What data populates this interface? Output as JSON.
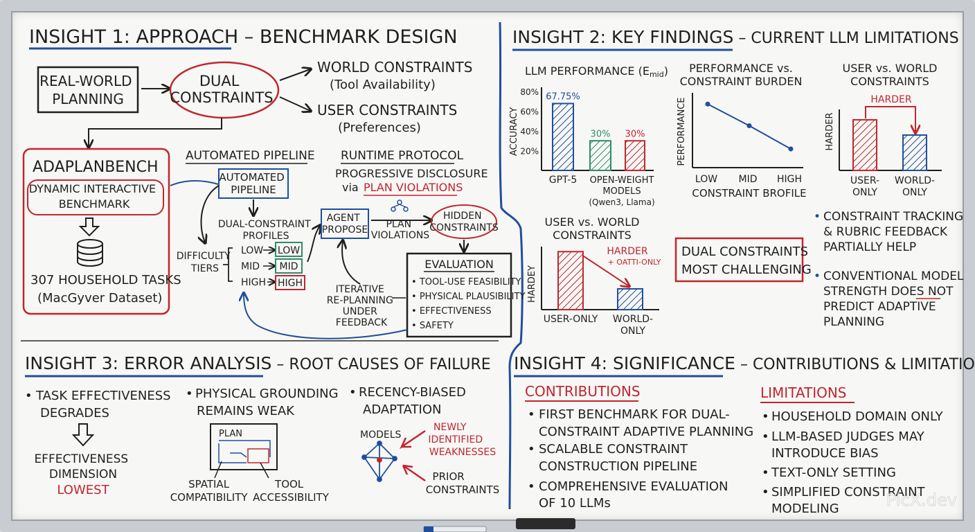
{
  "colors": {
    "ink": "#1f1f1f",
    "blue": "#1f4e9c",
    "red": "#c0262d",
    "green": "#2f8a6a",
    "board": "#f7f7f5"
  },
  "insight1": {
    "title_prefix": "INSIGHT 1:",
    "title_rest": " APPROACH – BENCHMARK DESIGN",
    "real_world": [
      "REAL-WORLD",
      "PLANNING"
    ],
    "dual_constraints": [
      "DUAL",
      "CONSTRAINTS"
    ],
    "world_constraints": "WORLD CONSTRAINTS",
    "world_sub": "(Tool Availability)",
    "user_constraints": "USER CONSTRAINTS",
    "user_sub": "(Preferences)",
    "adaplanbench": "ADAPLANBENCH",
    "dynamic": [
      "DYNAMIC INTERACTIVE",
      "BENCHMARK"
    ],
    "tasks": "307 HOUSEHOLD TASKS",
    "tasks_sub": "(MacGyver Dataset)",
    "automated_pipeline_header": "AUTOMATED PIPELINE",
    "automated_pipeline_box": [
      "AUTOMATED",
      "PIPELINE"
    ],
    "runtime_header": "RUNTIME PROTOCOL",
    "progressive": "PROGRESSIVE DISCLOSURE",
    "via": "via",
    "plan_violations_red": "PLAN VIOLATIONS",
    "dual_profiles": [
      "DUAL-CONSTRAINT",
      "PROFILES"
    ],
    "difficulty": [
      "DIFFICULTY",
      "TIERS"
    ],
    "tiers": [
      "LOW",
      "MID",
      "HIGH"
    ],
    "agent_propose": [
      "AGENT",
      "PROPOSE"
    ],
    "plan_violations": [
      "PLAN",
      "VIOLATIONS"
    ],
    "hidden_constraints": [
      "HIDDEN",
      "CONSTRAINTS"
    ],
    "evaluation": "EVALUATION",
    "eval_items": [
      "TOOL-USE FEASIBILITY",
      "PHYSICAL PLAUSIBILITY",
      "EFFECTIVENESS",
      "SAFETY"
    ],
    "iterative": [
      "ITERATIVE",
      "RE-PLANNING",
      "UNDER",
      "FEEDBACK"
    ]
  },
  "insight2": {
    "title_prefix": "INSIGHT 2:",
    "title_mid": " KEY FINDINGS",
    "title_rest": " – CURRENT LLM LIMITATIONS",
    "perf_title": "LLM PERFORMANCE (E",
    "perf_sub": "mid",
    "perf_close": ")",
    "chart_data": [
      {
        "type": "bar",
        "ylabel": "ACCURACY",
        "yticks": [
          "80%",
          "60%",
          "40%",
          "20%"
        ],
        "categories": [
          "GPT-5",
          "OPEN-WEIGHT MODELS (Qwen3, Llama)",
          ""
        ],
        "category_lines": [
          [
            "GPT-5"
          ],
          [
            "OPEN-WEIGHT",
            "MODELS",
            "(Qwen3, Llama)"
          ]
        ],
        "values": [
          67.75,
          30,
          30
        ],
        "value_labels": [
          "67.75%",
          "30%",
          "30%"
        ],
        "ylim": [
          0,
          80
        ]
      },
      {
        "type": "line",
        "title": [
          "PERFORMANCE vs.",
          "CONSTRAINT BURDEN"
        ],
        "ylabel": "PERFORMANCE",
        "categories": [
          "LOW",
          "MID",
          "HIGH"
        ],
        "values": [
          0.85,
          0.56,
          0.25
        ],
        "xlabel": "CONSTRAINT BROFILE"
      },
      {
        "type": "bar",
        "title": [
          "USER vs. WORLD",
          "CONSTRAINTS"
        ],
        "ylabel": "HARDER",
        "annotation": "HARDER",
        "categories": [
          [
            "USER-",
            "ONLY"
          ],
          [
            "WORLD-",
            "ONLY"
          ]
        ],
        "values": [
          0.83,
          0.58
        ]
      },
      {
        "type": "bar",
        "title": [
          "USER vs. WORLD",
          "CONSTRAINTS"
        ],
        "ylabel": "HARDEY",
        "annotation": "HARDER",
        "annotation_sub": "+ OATTI-ONLY",
        "categories": [
          [
            "USER-ONLY"
          ],
          [
            "WORLD-",
            "ONLY"
          ]
        ],
        "values": [
          0.92,
          0.33
        ]
      }
    ],
    "dual_box": [
      "DUAL CONSTRAINTS",
      "MOST CHALLENGING"
    ],
    "bullets": [
      [
        "CONSTRAINT TRACKING",
        "& RUBRIC FEEDBACK",
        "PARTIALLY HELP"
      ],
      [
        "CONVENTIONAL MODEL",
        "STRENGTH DOES NOT",
        "PREDICT ADAPTIVE",
        "PLANNING"
      ]
    ]
  },
  "insight3": {
    "title_prefix": "INSIGHT 3:",
    "title_mid": " ERROR ANALYSIS",
    "title_rest": " – ROOT CAUSES OF FAILURE",
    "col1": [
      "TASK EFFECTIVENESS",
      "DEGRADES"
    ],
    "effectiveness": [
      "EFFECTIVENESS",
      "DIMENSION"
    ],
    "lowest": "LOWEST",
    "col2": [
      "PHYSICAL GROUNDING",
      "REMAINS WEAK"
    ],
    "plan": "PLAN",
    "spatial": [
      "SPATIAL",
      "COMPATIBILITY"
    ],
    "tool": [
      "TOOL",
      "ACCESSIBILITY"
    ],
    "col3": [
      "RECENCY-BIASED",
      "ADAPTATION"
    ],
    "models": "MODELS",
    "newly": [
      "NEWLY",
      "IDENTIFIED",
      "WEAKNESSES"
    ],
    "prior": [
      "PRIOR",
      "CONSTRAINTS"
    ]
  },
  "insight4": {
    "title_prefix": "INSIGHT 4:",
    "title_mid": " SIGNIFICANCE",
    "title_rest": " – CONTRIBUTIONS & LIMITATIONS",
    "contributions_header": "CONTRIBUTIONS",
    "contributions": [
      [
        "FIRST BENCHMARK FOR DUAL-",
        "CONSTRAINT ADAPTIVE PLANNING"
      ],
      [
        "SCALABLE CONSTRAINT",
        "CONSTRUCTION PIPELINE"
      ],
      [
        "COMPREHENSIVE EVALUATION",
        "OF 10 LLMs"
      ]
    ],
    "limitations_header": "LIMITATIONS",
    "limitations": [
      [
        "HOUSEHOLD DOMAIN ONLY"
      ],
      [
        "LLM-BASED JUDGES MAY",
        "INTRODUCE BIAS"
      ],
      [
        "TEXT-ONLY SETTING"
      ],
      [
        "SIMPLIFIED CONSTRAINT",
        "MODELING"
      ]
    ]
  },
  "watermark": "PicX.dev"
}
